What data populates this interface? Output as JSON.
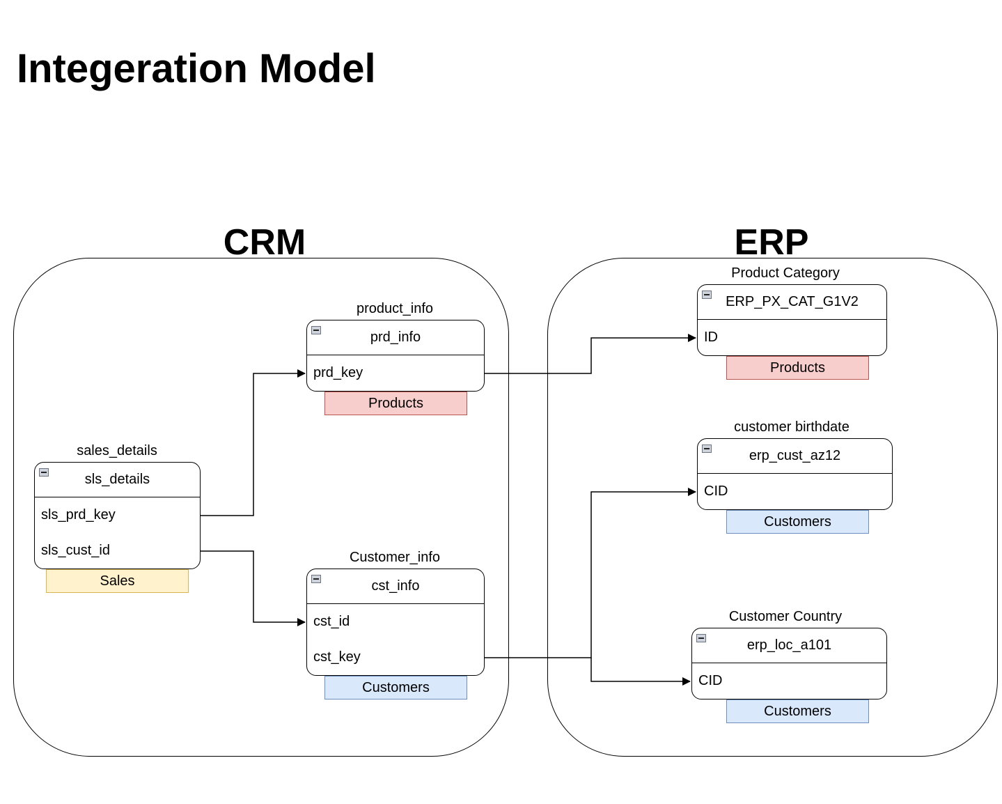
{
  "title": "Integeration Model",
  "regions": {
    "crm": {
      "label": "CRM"
    },
    "erp": {
      "label": "ERP"
    }
  },
  "tables": {
    "sales_details": {
      "caption": "sales_details",
      "name": "sls_details",
      "rows": [
        "sls_prd_key",
        "sls_cust_id"
      ],
      "tag": "Sales"
    },
    "product_info": {
      "caption": "product_info",
      "name": "prd_info",
      "rows": [
        "prd_key"
      ],
      "tag": "Products"
    },
    "customer_info": {
      "caption": "Customer_info",
      "name": "cst_info",
      "rows": [
        "cst_id",
        "cst_key"
      ],
      "tag": "Customers"
    },
    "product_category": {
      "caption": "Product Category",
      "name": "ERP_PX_CAT_G1V2",
      "rows": [
        "ID"
      ],
      "tag": "Products"
    },
    "customer_birthdate": {
      "caption": "customer birthdate",
      "name": "erp_cust_az12",
      "rows": [
        "CID"
      ],
      "tag": "Customers"
    },
    "customer_country": {
      "caption": "Customer Country",
      "name": "erp_loc_a101",
      "rows": [
        "CID"
      ],
      "tag": "Customers"
    }
  },
  "colors": {
    "products_fill": "#f8cecc",
    "products_stroke": "#b85450",
    "customers_fill": "#dae8fc",
    "customers_stroke": "#6c8ebf",
    "sales_fill": "#fff2cc",
    "sales_stroke": "#d6b656"
  }
}
